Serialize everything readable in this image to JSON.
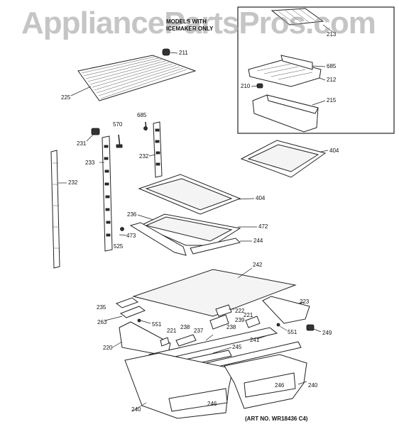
{
  "watermark": "AppliancePartsPros.com",
  "inset": {
    "line1": "MODELS WITH",
    "line2": "ICEMAKER ONLY"
  },
  "art_number": "(ART NO. WR18436 C4)",
  "labels": {
    "p211": "211",
    "p225": "225",
    "p231": "231",
    "p570": "570",
    "p685_a": "685",
    "p233": "233",
    "p232_a": "232",
    "p232_b": "232",
    "p213": "213",
    "p685_b": "685",
    "p212": "212",
    "p210": "210",
    "p215": "215",
    "p404_a": "404",
    "p404_b": "404",
    "p236": "236",
    "p472": "472",
    "p473": "473",
    "p525": "525",
    "p244": "244",
    "p242": "242",
    "p235": "235",
    "p263": "263",
    "p223": "223",
    "p222": "222",
    "p221_a": "221",
    "p239": "239",
    "p551_a": "551",
    "p551_b": "551",
    "p238_a": "238",
    "p238_b": "238",
    "p221_b": "221",
    "p237": "237",
    "p241": "241",
    "p249": "249",
    "p220": "220",
    "p245": "245",
    "p246_a": "246",
    "p246_b": "246",
    "p240_a": "240",
    "p240_b": "240"
  }
}
